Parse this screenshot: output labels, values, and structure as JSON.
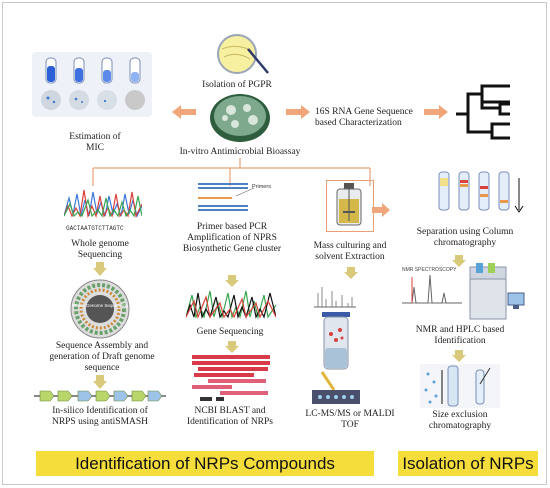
{
  "labels": {
    "isolation_pgpr": "Isolation of PGPR",
    "rna_char": "16S RNA Gene Sequence based Characterization",
    "estimation_mic": "Estimation of MIC",
    "invitro": "In-vitro Antimicrobial Bioassay",
    "whole_genome": "Whole genome Sequencing",
    "primer_pcr": "Primer based PCR Amplification of NPRS Biosynthetic Gene cluster",
    "mass_culturing": "Mass culturing and solvent Extraction",
    "separation": "Separation using Column chromatography",
    "gene_seq": "Gene Sequencing",
    "seq_assembly": "Sequence Assembly and generation of Draft genome sequence",
    "nmr_hplc": "NMR and HPLC based Identification",
    "insilico": "In-silico Identification of NRPS using antiSMASH",
    "ncbi_blast": "NCBI BLAST and Identification of NRPs",
    "lcms": "LC-MS/MS or MALDI TOF",
    "size_exclusion": "Size exclusion chromatography",
    "primers": "Primers",
    "nmr_spectroscopy": "NMR SPECTROSCOPY",
    "wgs_center": "Whole Genome Sequencing"
  },
  "banners": {
    "identification": "Identification of NRPs Compounds",
    "isolation": "Isolation of NRPs"
  },
  "colors": {
    "arrow": "#f0a57a",
    "connector": "#e8a077",
    "banner": "#f5de3c",
    "down_arrow": "#d9c97a"
  }
}
